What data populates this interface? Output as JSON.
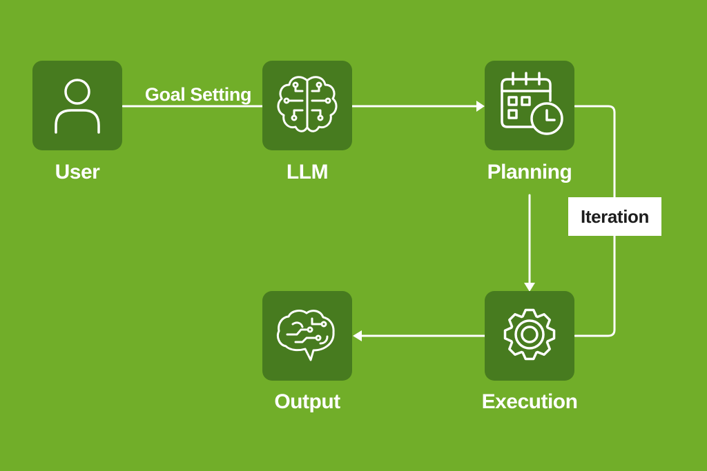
{
  "nodes": {
    "user": {
      "label": "User",
      "icon": "person-icon"
    },
    "llm": {
      "label": "LLM",
      "icon": "brain-circuit-icon"
    },
    "planning": {
      "label": "Planning",
      "icon": "calendar-clock-icon"
    },
    "execution": {
      "label": "Execution",
      "icon": "gear-icon"
    },
    "output": {
      "label": "Output",
      "icon": "brain-speech-icon"
    }
  },
  "edges": {
    "goal_setting": "Goal Setting",
    "iteration": "Iteration"
  },
  "colors": {
    "background": "#71ae29",
    "node_fill": "#477b1f",
    "line": "#ffffff",
    "label_box": "#ffffff",
    "label_box_text": "#1d1d1d"
  }
}
